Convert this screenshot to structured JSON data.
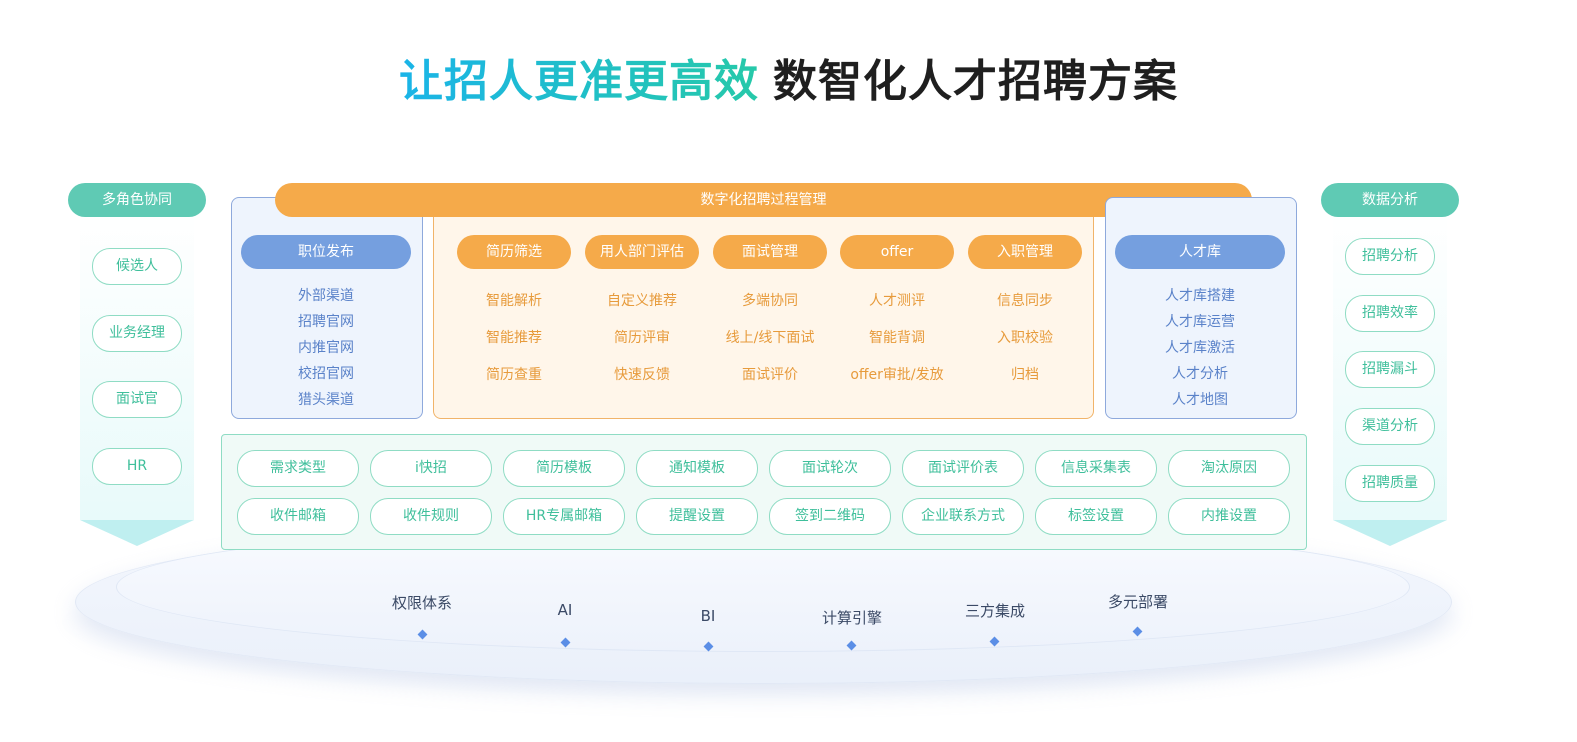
{
  "title": {
    "highlight": "让招人更准更高效",
    "main": "数智化人才招聘方案"
  },
  "left_column": {
    "header": "多角色协同",
    "items": [
      "候选人",
      "业务经理",
      "面试官",
      "HR"
    ]
  },
  "right_column": {
    "header": "数据分析",
    "items": [
      "招聘分析",
      "招聘效率",
      "招聘漏斗",
      "渠道分析",
      "招聘质量"
    ]
  },
  "process_bar": "数字化招聘过程管理",
  "job_posting": {
    "header": "职位发布",
    "items": [
      "外部渠道",
      "招聘官网",
      "内推官网",
      "校招官网",
      "猎头渠道"
    ]
  },
  "process_columns": [
    {
      "header": "简历筛选",
      "items": [
        "智能解析",
        "智能推荐",
        "简历查重"
      ]
    },
    {
      "header": "用人部门评估",
      "items": [
        "自定义推荐",
        "简历评审",
        "快速反馈"
      ]
    },
    {
      "header": "面试管理",
      "items": [
        "多端协同",
        "线上/线下面试",
        "面试评价"
      ]
    },
    {
      "header": "offer",
      "items": [
        "人才测评",
        "智能背调",
        "offer审批/发放"
      ]
    },
    {
      "header": "入职管理",
      "items": [
        "信息同步",
        "入职校验",
        "归档"
      ]
    }
  ],
  "talent_pool": {
    "header": "人才库",
    "items": [
      "人才库搭建",
      "人才库运营",
      "人才库激活",
      "人才分析",
      "人才地图"
    ]
  },
  "config": {
    "row1": [
      "需求类型",
      "i快招",
      "简历模板",
      "通知模板",
      "面试轮次",
      "面试评价表",
      "信息采集表",
      "淘汰原因"
    ],
    "row2": [
      "收件邮箱",
      "收件规则",
      "HR专属邮箱",
      "提醒设置",
      "签到二维码",
      "企业联系方式",
      "标签设置",
      "内推设置"
    ]
  },
  "platform": [
    "权限体系",
    "AI",
    "BI",
    "计算引擎",
    "三方集成",
    "多元部署"
  ],
  "colors": {
    "teal": "#5fcab4",
    "orange": "#f5aa4a",
    "blue": "#759fdf",
    "green_text": "#3fbf9b"
  }
}
